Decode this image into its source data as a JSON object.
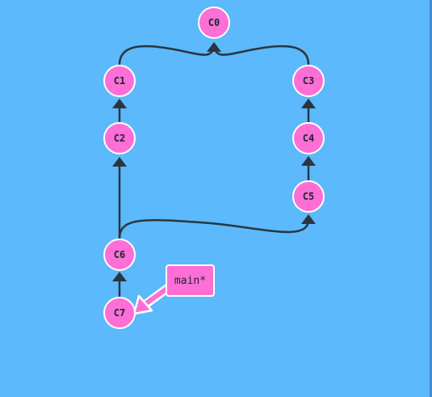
{
  "commits": [
    {
      "id": "c0",
      "label": "C0"
    },
    {
      "id": "c1",
      "label": "C1"
    },
    {
      "id": "c2",
      "label": "C2"
    },
    {
      "id": "c3",
      "label": "C3"
    },
    {
      "id": "c4",
      "label": "C4"
    },
    {
      "id": "c5",
      "label": "C5"
    },
    {
      "id": "c6",
      "label": "C6"
    },
    {
      "id": "c7",
      "label": "C7"
    }
  ],
  "edges": [
    {
      "from": "c1",
      "to": "c0"
    },
    {
      "from": "c3",
      "to": "c0"
    },
    {
      "from": "c2",
      "to": "c1"
    },
    {
      "from": "c4",
      "to": "c3"
    },
    {
      "from": "c5",
      "to": "c4"
    },
    {
      "from": "c6",
      "to": "c2"
    },
    {
      "from": "c6",
      "to": "c5"
    },
    {
      "from": "c7",
      "to": "c6"
    }
  ],
  "branch": {
    "label": "main*",
    "target": "c7"
  },
  "colors": {
    "background": "#5cb9fb",
    "node_fill": "#ff6fd6",
    "node_border": "#ffffff",
    "edge": "#2a3540",
    "branch_fill": "#ff6fd6"
  }
}
